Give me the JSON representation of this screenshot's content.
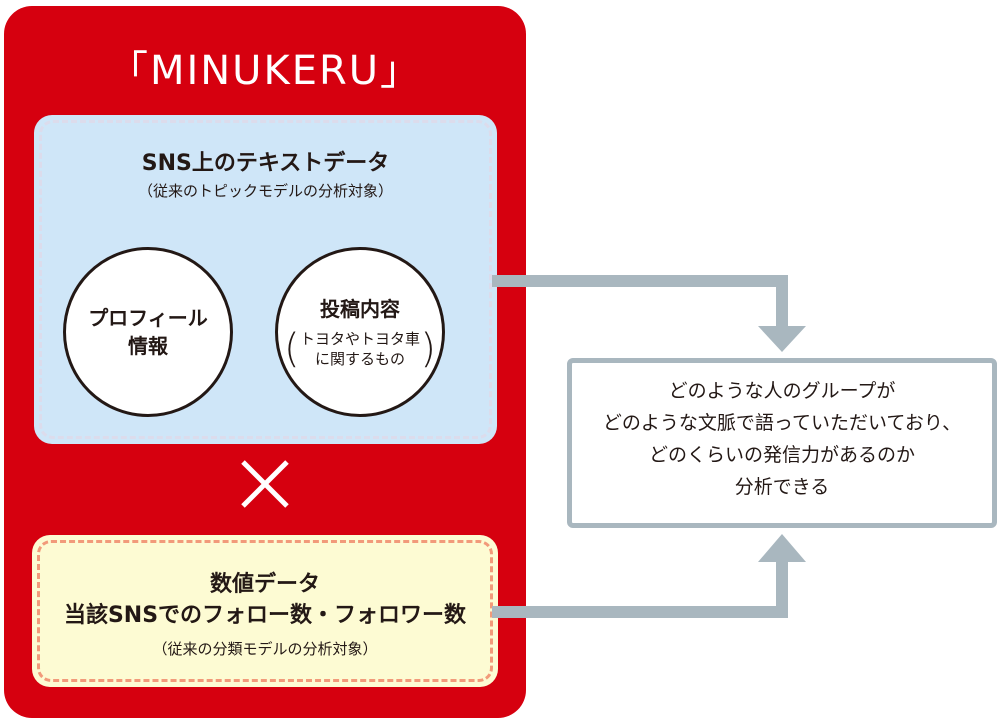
{
  "diagram": {
    "title": "「MINUKERU」",
    "sns_box": {
      "title": "SNS上のテキストデータ",
      "subtitle": "（従来のトピックモデルの分析対象）",
      "circles": [
        {
          "title_lines": [
            "プロフィール",
            "情報"
          ]
        },
        {
          "title_lines": [
            "投稿内容"
          ],
          "note_lines": [
            "トヨタやトヨタ車",
            "に関するもの"
          ]
        }
      ]
    },
    "operator": "×",
    "numeric_box": {
      "line1": "数値データ",
      "line2": "当該SNSでのフォロー数・フォロワー数",
      "subtitle": "（従来の分類モデルの分析対象）"
    },
    "result_box": {
      "lines": [
        "どのような人のグループが",
        "どのような文脈で語っていただいており、",
        "どのくらいの発信力があるのか",
        "分析できる"
      ]
    },
    "colors": {
      "panel_red": "#d6000f",
      "sns_blue": "#cfe6f8",
      "numeric_yellow": "#fdfbd3",
      "arrow_gray": "#a9b7bf"
    }
  }
}
